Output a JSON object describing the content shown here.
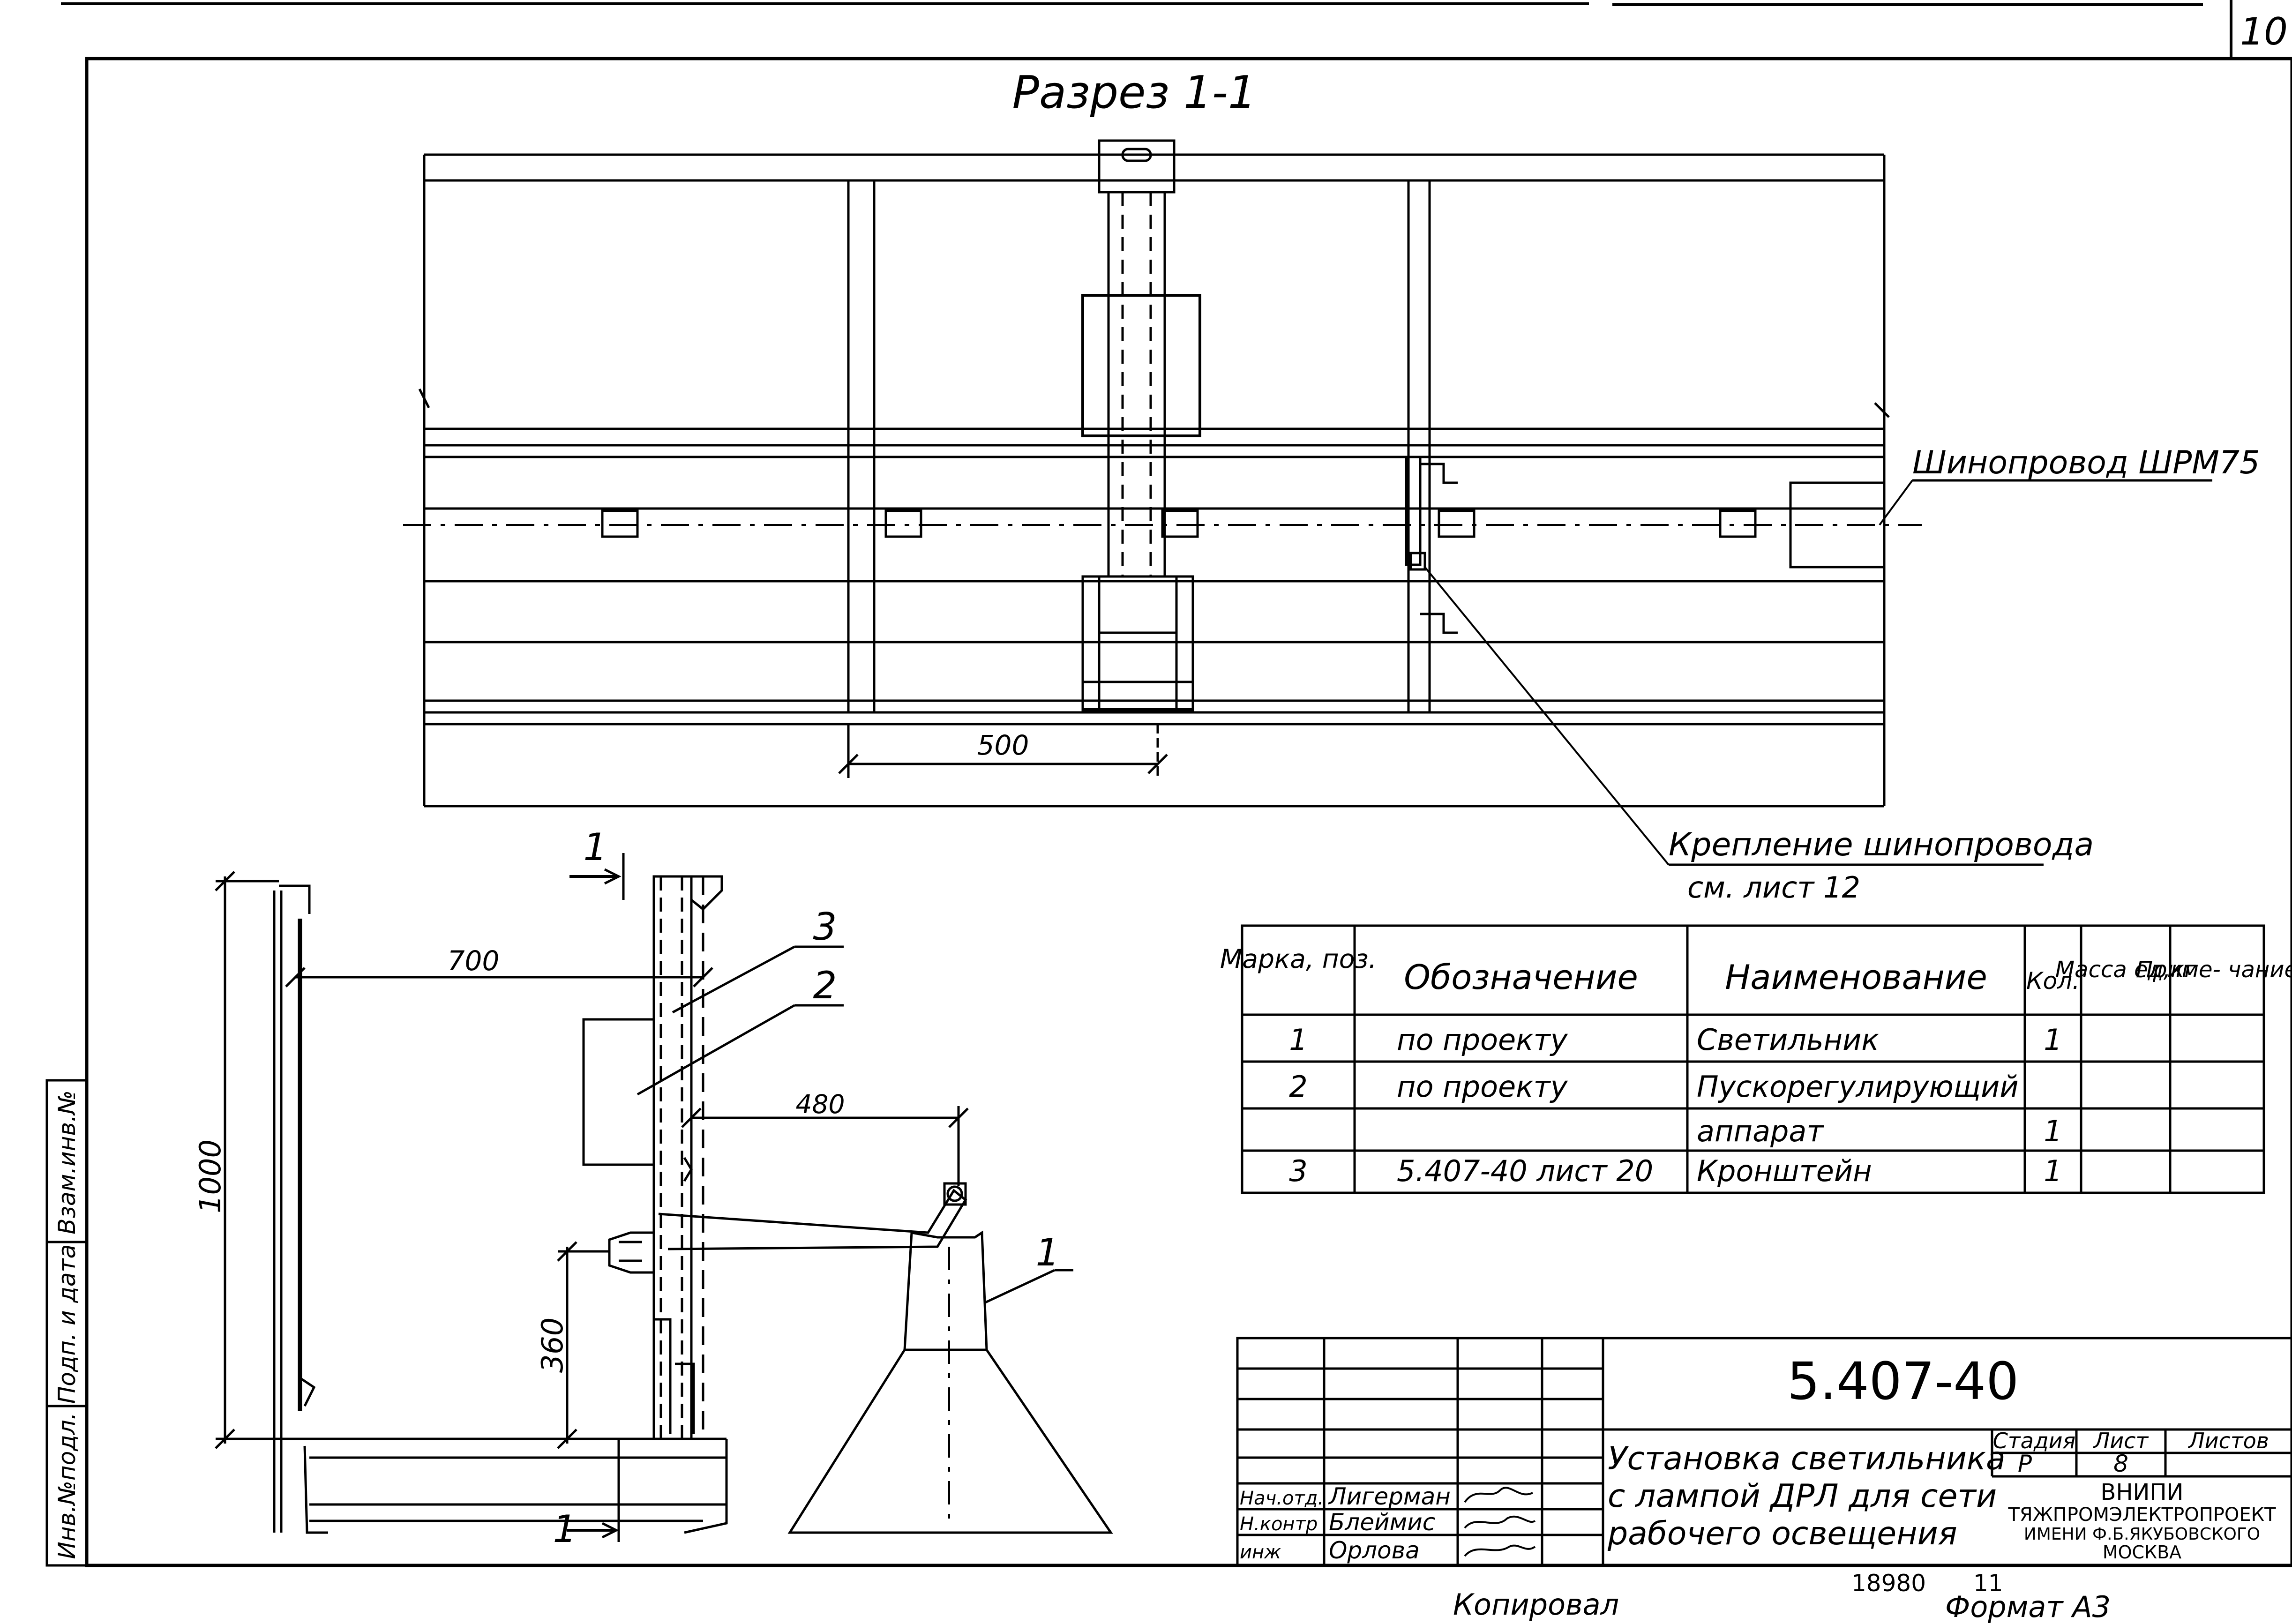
{
  "sheet_number": "10",
  "section_title": "Разрез 1-1",
  "callouts": {
    "busbar": "Шинопровод ШРМ75",
    "fastening_line1": "Крепление шинопровода",
    "fastening_line2": "см. лист 12"
  },
  "dimensions": {
    "d500": "500",
    "d700": "700",
    "d480": "480",
    "d1000": "1000",
    "d360": "360"
  },
  "section_marks": {
    "top": "1",
    "bottom": "1"
  },
  "position_labels": {
    "p1": "1",
    "p2": "2",
    "p3": "3"
  },
  "spec_table": {
    "headers": {
      "mark": "Марка, поз.",
      "designation": "Обозначение",
      "name": "Наименование",
      "qty": "Кол.",
      "mass": "Масса ед,кг",
      "note": "Приме- чание"
    },
    "rows": [
      {
        "mark": "1",
        "designation": "по проекту",
        "name": "Светильник",
        "qty": "1"
      },
      {
        "mark": "2",
        "designation": "по проекту",
        "name": "Пускорегулирующий",
        "qty": ""
      },
      {
        "mark": "",
        "designation": "",
        "name": "аппарат",
        "qty": "1"
      },
      {
        "mark": "3",
        "designation": "5.407-40 лист 20",
        "name": "Кронштейн",
        "qty": "1"
      }
    ]
  },
  "title_block": {
    "code": "5.407-40",
    "title_line1": "Установка светильника",
    "title_line2": "с лампой ДРЛ для сети",
    "title_line3": "рабочего освещения",
    "stage_label": "Стадия",
    "sheet_label": "Лист",
    "sheets_label": "Листов",
    "stage_value": "Р",
    "sheet_value": "8",
    "org_line1": "ВНИПИ",
    "org_line2": "ТЯЖПРОМЭЛЕКТРОПРОЕКТ",
    "org_line3": "ИМЕНИ Ф.Б.ЯКУБОВСКОГО",
    "org_line4": "МОСКВА",
    "people": [
      {
        "role": "Нач.отд.",
        "name": "Лигерман"
      },
      {
        "role": "Н.контр",
        "name": "Блеймис"
      },
      {
        "role": "инж",
        "name": "Орлова"
      }
    ]
  },
  "side_stamp": {
    "inv_orig": "Инв.№подл.",
    "sign_date": "Подп. и дата",
    "inv_dup": "Взам.инв.№"
  },
  "footer": {
    "archive_number": "18980",
    "archive_sheet": "11",
    "copied": "Копировал",
    "format": "Формат А3"
  }
}
